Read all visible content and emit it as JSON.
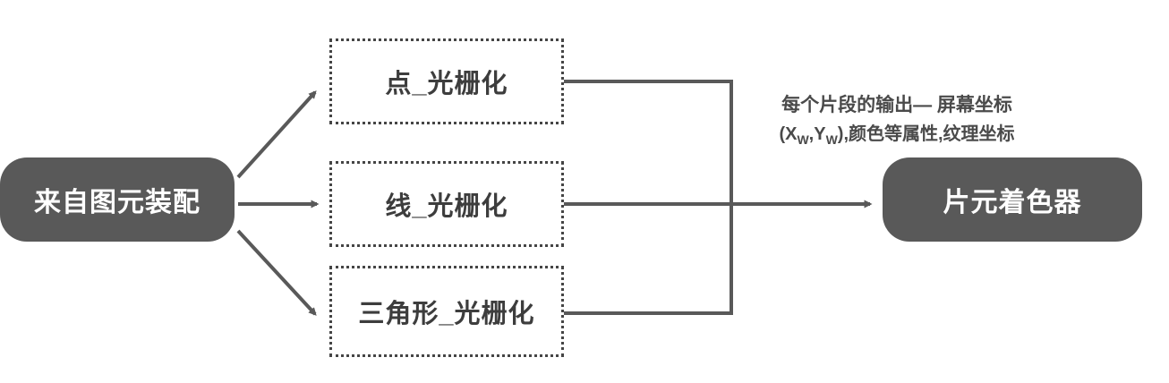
{
  "nodes": {
    "source": {
      "label": "来自图元装配"
    },
    "rasterizers": [
      {
        "label": "点_光栅化"
      },
      {
        "label": "线_光栅化"
      },
      {
        "label": "三角形_光栅化"
      }
    ],
    "target": {
      "label": "片元着色器"
    }
  },
  "annotation": {
    "line1": "每个片段的输出— 屏幕坐标",
    "l2_p1": "(X",
    "l2_sub1": "W",
    "l2_p2": ",Y",
    "l2_sub2": "W",
    "l2_p3": "),颜色等属性,纹理坐标"
  },
  "colors": {
    "node_fill": "#595959",
    "node_text": "#ffffff",
    "arrow": "#595959",
    "box_border": "#454545",
    "box_text": "#3d3d3d",
    "annotation_text": "#4a4a4a",
    "background": "#ffffff"
  }
}
